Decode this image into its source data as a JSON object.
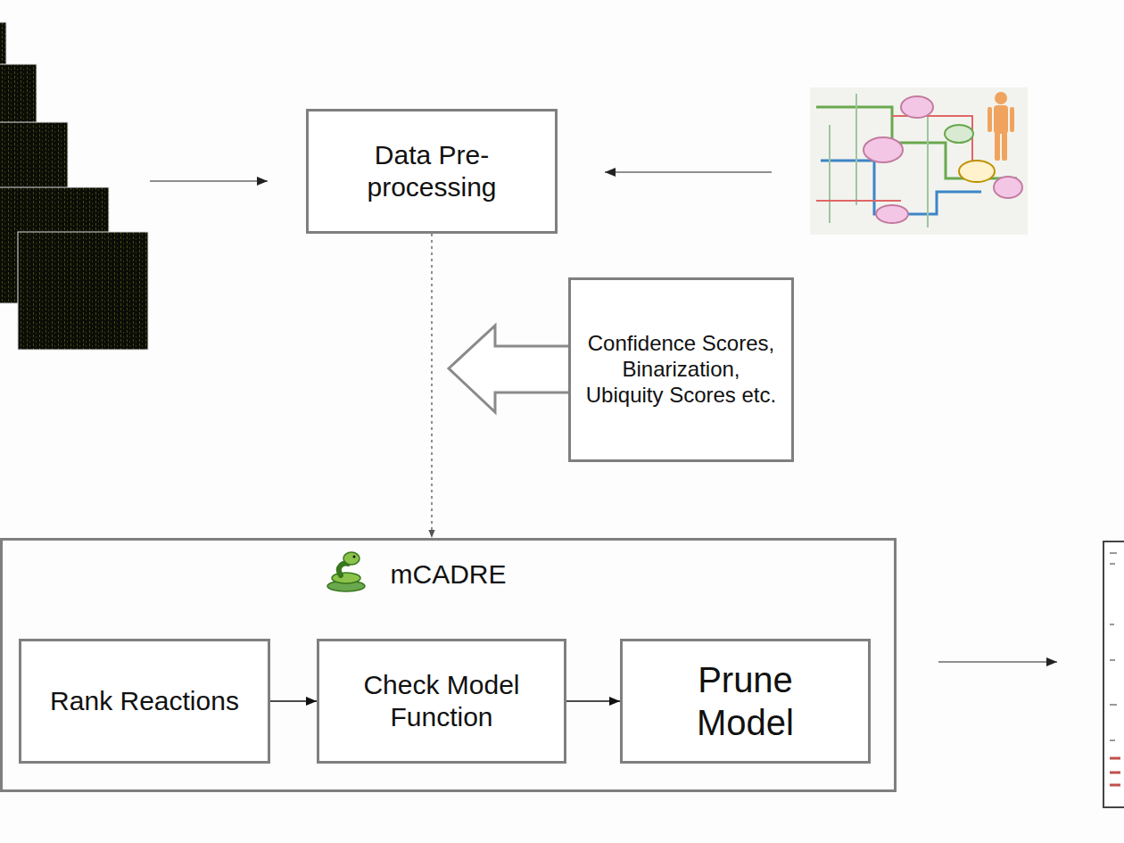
{
  "diagram": {
    "nodes": [
      {
        "text": [
          "Data Pre-processing"
        ]
      },
      {
        "text": [
          "Confidence Scores, Binarization, Ubiquity Scores etc."
        ]
      },
      {
        "text": [
          "mCADRE"
        ]
      },
      {
        "text": [
          "Rank Reactions"
        ],
        "in": 2
      },
      {
        "text": [
          "Check Model Function"
        ],
        "in": 2
      },
      {
        "text": [
          "Prune Model"
        ],
        "in": 2
      }
    ],
    "edges": [
      {
        "from": 0,
        "to": 2,
        "arrow": "to"
      },
      {
        "from": 3,
        "to": 4,
        "arrow": "to"
      },
      {
        "from": 4,
        "to": 5,
        "arrow": "to"
      }
    ]
  }
}
